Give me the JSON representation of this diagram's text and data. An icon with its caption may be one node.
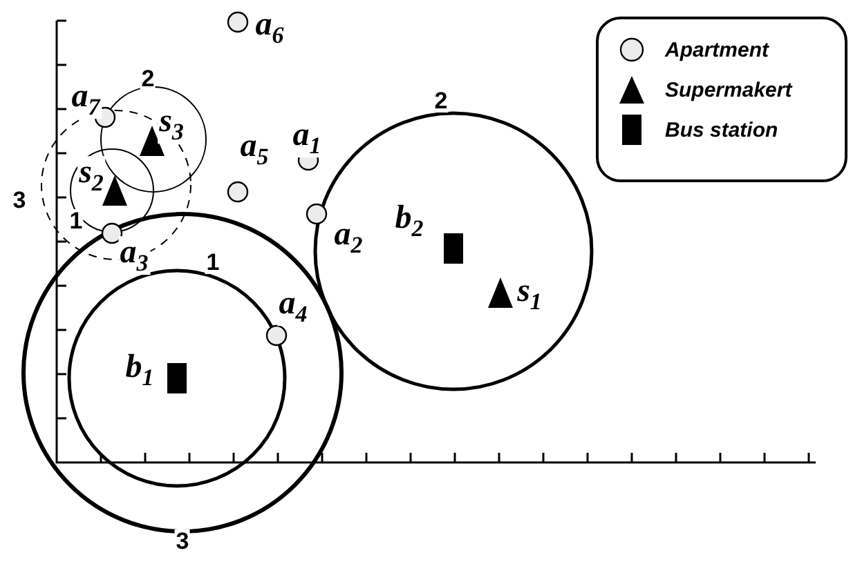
{
  "diagram": {
    "labels": [
      "a$_{6}$",
      "a$_{7}$",
      "2",
      "s$_{3}$",
      "a$_{1}$",
      "2",
      "s$_{2}$",
      "a$_{5}$",
      "3",
      "a$_{2}$",
      "b$_{2}$",
      "1",
      "a$_{3}$",
      "s$_{1}$",
      "1",
      "a$_{4}$",
      "b$_{1}$",
      "3"
    ],
    "legend": [
      {
        "text": "Apartment"
      },
      {
        "text": "Supermakert"
      },
      {
        "text": "Bus station"
      }
    ]
  }
}
